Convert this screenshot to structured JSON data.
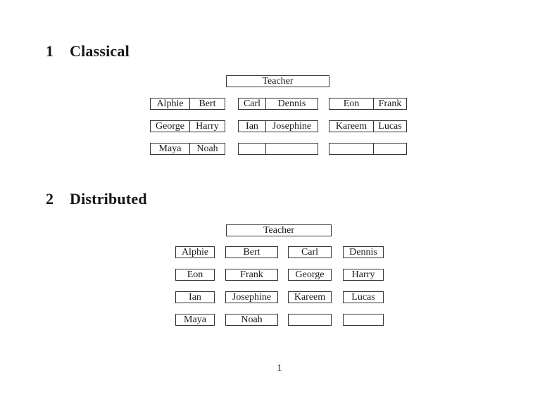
{
  "page": {
    "number": "1"
  },
  "sections": {
    "classical": {
      "number": "1",
      "title": "Classical"
    },
    "distributed": {
      "number": "2",
      "title": "Distributed"
    }
  },
  "classical": {
    "teacher_label": "Teacher",
    "seats": [
      [
        "Alphie",
        "Bert",
        "Carl",
        "Dennis",
        "Eon",
        "Frank"
      ],
      [
        "George",
        "Harry",
        "Ian",
        "Josephine",
        "Kareem",
        "Lucas"
      ],
      [
        "Maya",
        "Noah",
        "",
        "",
        "",
        ""
      ]
    ]
  },
  "distributed": {
    "teacher_label": "Teacher",
    "seats": [
      [
        "Alphie",
        "Bert",
        "Carl",
        "Dennis"
      ],
      [
        "Eon",
        "Frank",
        "George",
        "Harry"
      ],
      [
        "Ian",
        "Josephine",
        "Kareem",
        "Lucas"
      ],
      [
        "Maya",
        "Noah",
        "",
        ""
      ]
    ]
  }
}
